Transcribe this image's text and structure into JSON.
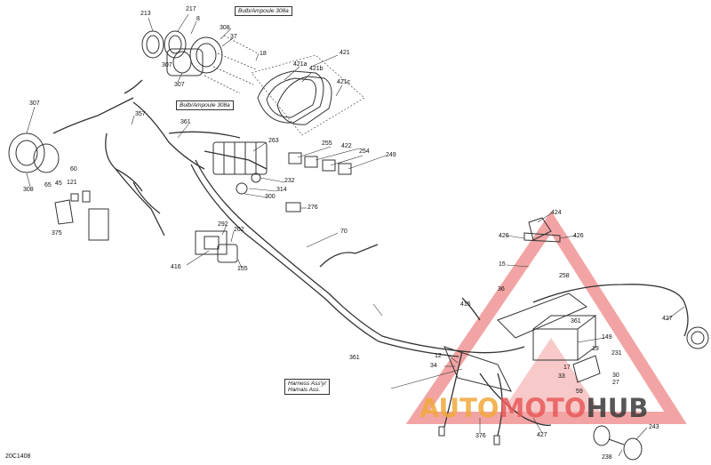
{
  "labels": {
    "l213": "213",
    "l217": "217",
    "l8": "8",
    "l308t": "308",
    "l37": "37",
    "l18": "18",
    "l307a": "307",
    "l307b": "307",
    "l357": "357",
    "l361a": "361",
    "l308l": "308",
    "l60": "60",
    "l45": "45",
    "l121": "121",
    "l65": "65",
    "l375": "375",
    "l421": "421",
    "l421a": "421a",
    "l421b": "421b",
    "l421c": "421c",
    "l263": "263",
    "l255": "255",
    "l422": "422",
    "l254": "254",
    "l249": "249",
    "l232": "232",
    "l314": "314",
    "l300": "300",
    "l276": "276",
    "l292": "292",
    "l202": "202",
    "l416": "416",
    "l155": "155",
    "l70": "70",
    "l424": "424",
    "l426a": "426",
    "l426b": "426",
    "l15": "15",
    "l258": "258",
    "l36": "36",
    "l415": "415",
    "l361b": "361",
    "l149": "149",
    "l19": "19",
    "l231": "231",
    "l12": "12",
    "l34": "34",
    "l33": "33",
    "l17": "17",
    "l59": "59",
    "l30": "30",
    "l27": "27",
    "l361c": "361",
    "l427a": "427",
    "l427b": "427",
    "l376": "376",
    "l243": "243",
    "l238": "238"
  },
  "boxes": {
    "bulb_top": "Bulb/Ampoule 308a",
    "bulb_mid": "Bulb/Ampoule 308a",
    "harness_en": "Harness Ass'y/",
    "harness_fr": "Hamais Ass."
  },
  "diagram_code": "20C1408",
  "watermark": {
    "part1": "AUTO",
    "part2": "MOTO",
    "part3": "HUB"
  },
  "colors": {
    "watermark_red": "#e85a5a",
    "watermark_orange": "#f0a93a",
    "watermark_dark": "#3a3a3a",
    "line": "#333333"
  }
}
